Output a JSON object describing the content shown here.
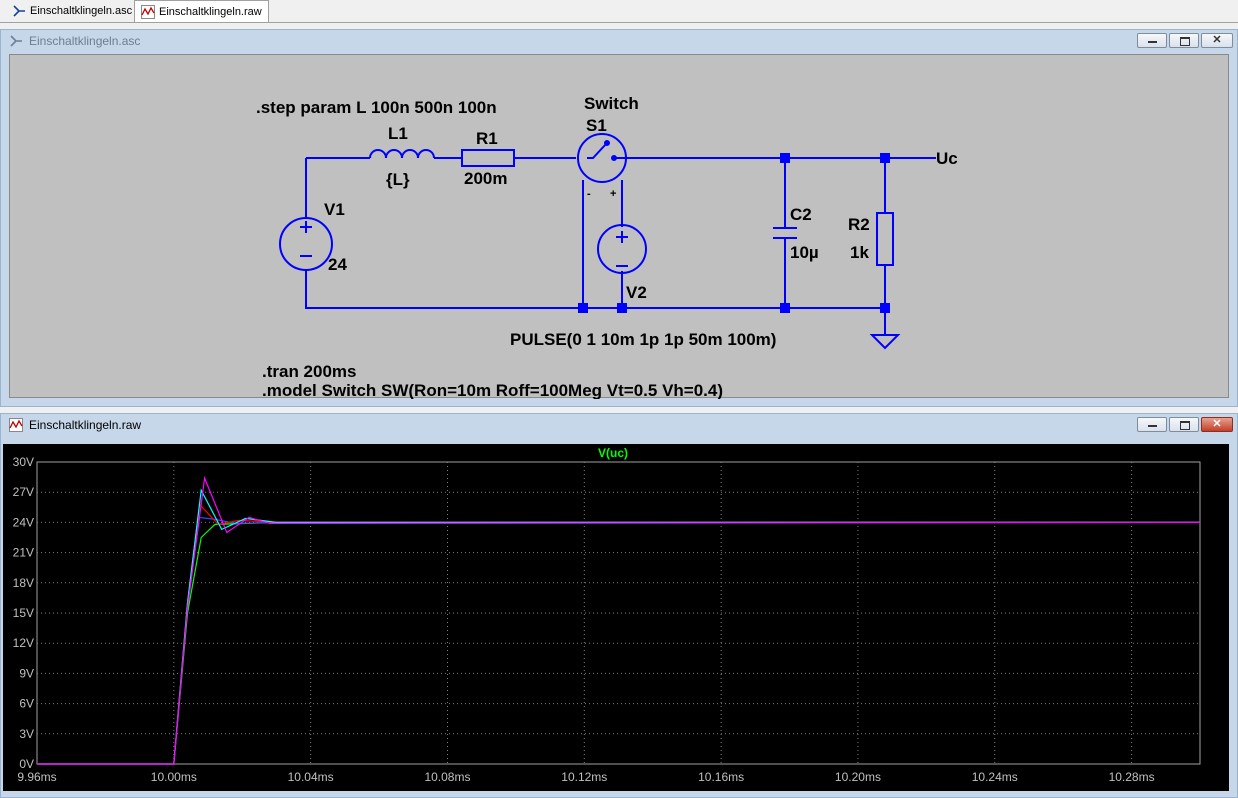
{
  "tabs": [
    {
      "label": "Einschaltklingeln.asc",
      "icon": "schematic-icon"
    },
    {
      "label": "Einschaltklingeln.raw",
      "icon": "waveform-icon"
    }
  ],
  "schematic_window": {
    "title": "Einschaltklingeln.asc",
    "directives": {
      "step": ".step param L 100n 500n 100n",
      "tran": ".tran 200ms",
      "model": ".model Switch SW(Ron=10m Roff=100Meg Vt=0.5 Vh=0.4)"
    },
    "components": {
      "L1": {
        "name": "L1",
        "value": "{L}"
      },
      "R1": {
        "name": "R1",
        "value": "200m"
      },
      "S1": {
        "model": "Switch",
        "name": "S1",
        "pin_minus": "-",
        "pin_plus": "+"
      },
      "V1": {
        "name": "V1",
        "value": "24"
      },
      "V2": {
        "name": "V2",
        "value": "PULSE(0 1 10m 1p 1p 50m 100m)"
      },
      "C2": {
        "name": "C2",
        "value": "10µ"
      },
      "R2": {
        "name": "R2",
        "value": "1k"
      },
      "net_label": "Uc"
    }
  },
  "waveform_window": {
    "title": "Einschaltklingeln.raw",
    "trace_label": "V(uc)",
    "trace_label_color": "#00ff00"
  },
  "chart_data": {
    "type": "line",
    "title": "V(uc)",
    "xlabel": "",
    "ylabel": "",
    "xlim": [
      9.96,
      10.3
    ],
    "ylim": [
      0,
      30
    ],
    "x_ticks": [
      "9.96ms",
      "10.00ms",
      "10.04ms",
      "10.08ms",
      "10.12ms",
      "10.16ms",
      "10.20ms",
      "10.24ms",
      "10.28ms"
    ],
    "y_ticks": [
      "0V",
      "3V",
      "6V",
      "9V",
      "12V",
      "15V",
      "18V",
      "21V",
      "24V",
      "27V",
      "30V"
    ],
    "grid": true,
    "background": "#000000",
    "series": [
      {
        "color": "#00ff00",
        "x": [
          9.96,
          10.0,
          10.004,
          10.008,
          10.012,
          10.03,
          10.3
        ],
        "y": [
          0,
          0,
          15,
          22.5,
          23.8,
          24,
          24
        ]
      },
      {
        "color": "#4040ff",
        "x": [
          9.96,
          10.0,
          10.004,
          10.0075,
          10.012,
          10.018,
          10.03,
          10.3
        ],
        "y": [
          0,
          0,
          16,
          24.5,
          24.3,
          23.9,
          24,
          24
        ]
      },
      {
        "color": "#ff0000",
        "x": [
          9.96,
          10.0,
          10.004,
          10.0075,
          10.013,
          10.019,
          10.03,
          10.3
        ],
        "y": [
          0,
          0,
          16,
          25.8,
          23.8,
          24.2,
          24,
          24
        ]
      },
      {
        "color": "#00ffff",
        "x": [
          9.96,
          10.0,
          10.004,
          10.008,
          10.014,
          10.021,
          10.03,
          10.3
        ],
        "y": [
          0,
          0,
          16,
          27.2,
          23.3,
          24.4,
          24,
          24
        ]
      },
      {
        "color": "#ff00ff",
        "x": [
          9.96,
          10.0,
          10.004,
          10.009,
          10.0155,
          10.022,
          10.028,
          10.3
        ],
        "y": [
          0,
          0,
          15.5,
          28.4,
          23.0,
          24.5,
          23.9,
          24
        ]
      }
    ]
  }
}
